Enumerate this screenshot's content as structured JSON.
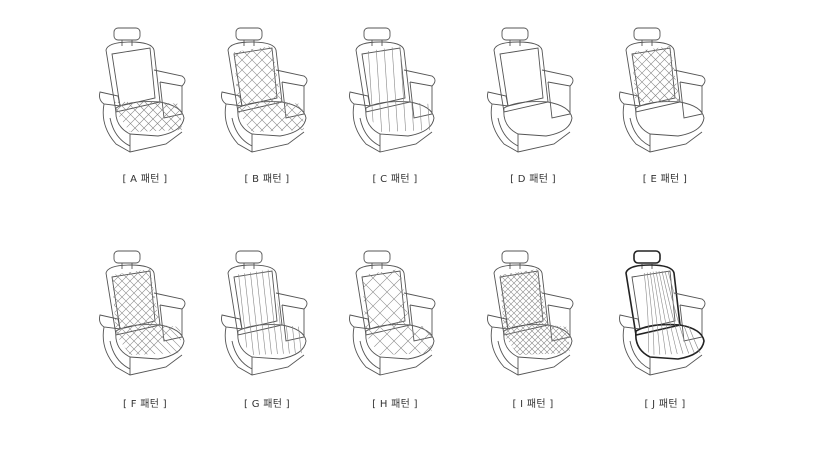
{
  "patterns": [
    {
      "label": "[ A 패턴 ]",
      "style": "diamond-cushion"
    },
    {
      "label": "[ B 패턴 ]",
      "style": "diamond-full"
    },
    {
      "label": "[ C 패턴 ]",
      "style": "vertical-stripes"
    },
    {
      "label": "[ D 패턴 ]",
      "style": "plain"
    },
    {
      "label": "[ E 패턴 ]",
      "style": "diamond-back"
    },
    {
      "label": "[ F 패턴 ]",
      "style": "diamond-center"
    },
    {
      "label": "[ G 패턴 ]",
      "style": "wide-stripes"
    },
    {
      "label": "[ H 패턴 ]",
      "style": "diamond-large"
    },
    {
      "label": "[ I 패턴 ]",
      "style": "fine-quilt"
    },
    {
      "label": "[ J 패턴 ]",
      "style": "fan-stripes"
    }
  ]
}
